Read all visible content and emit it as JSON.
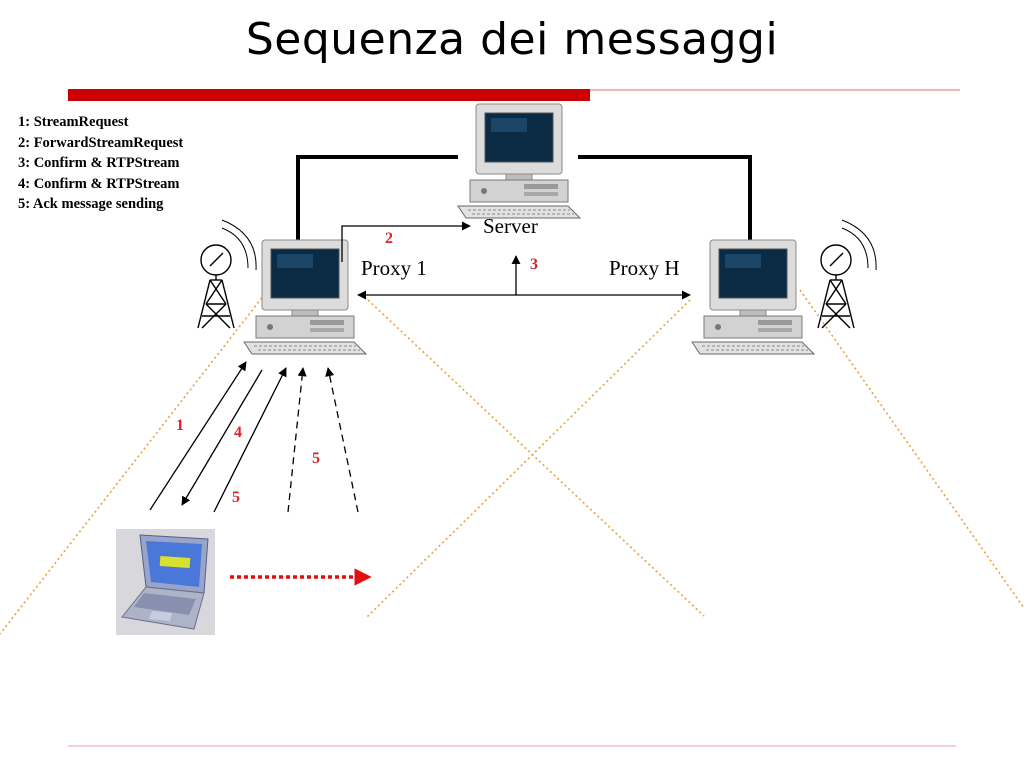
{
  "title": "Sequenza dei messaggi",
  "steps": [
    "1: StreamRequest",
    "2: ForwardStreamRequest",
    "3: Confirm & RTPStream",
    "4: Confirm & RTPStream",
    "5: Ack message sending"
  ],
  "nodes": {
    "server": "Server",
    "proxy1": "Proxy 1",
    "proxyh": "Proxy H"
  },
  "sequence_labels": {
    "arrow1": "1",
    "arrow2": "2",
    "arrow3": "3",
    "arrow4": "4",
    "arrow5a": "5",
    "arrow5b": "5"
  },
  "colors": {
    "title_bar": "#cc0000",
    "rule": "#e8a0a0",
    "sequence_numbers": "#d8232a",
    "coverage_lines": "#e8a040",
    "link_lines": "#000000"
  }
}
